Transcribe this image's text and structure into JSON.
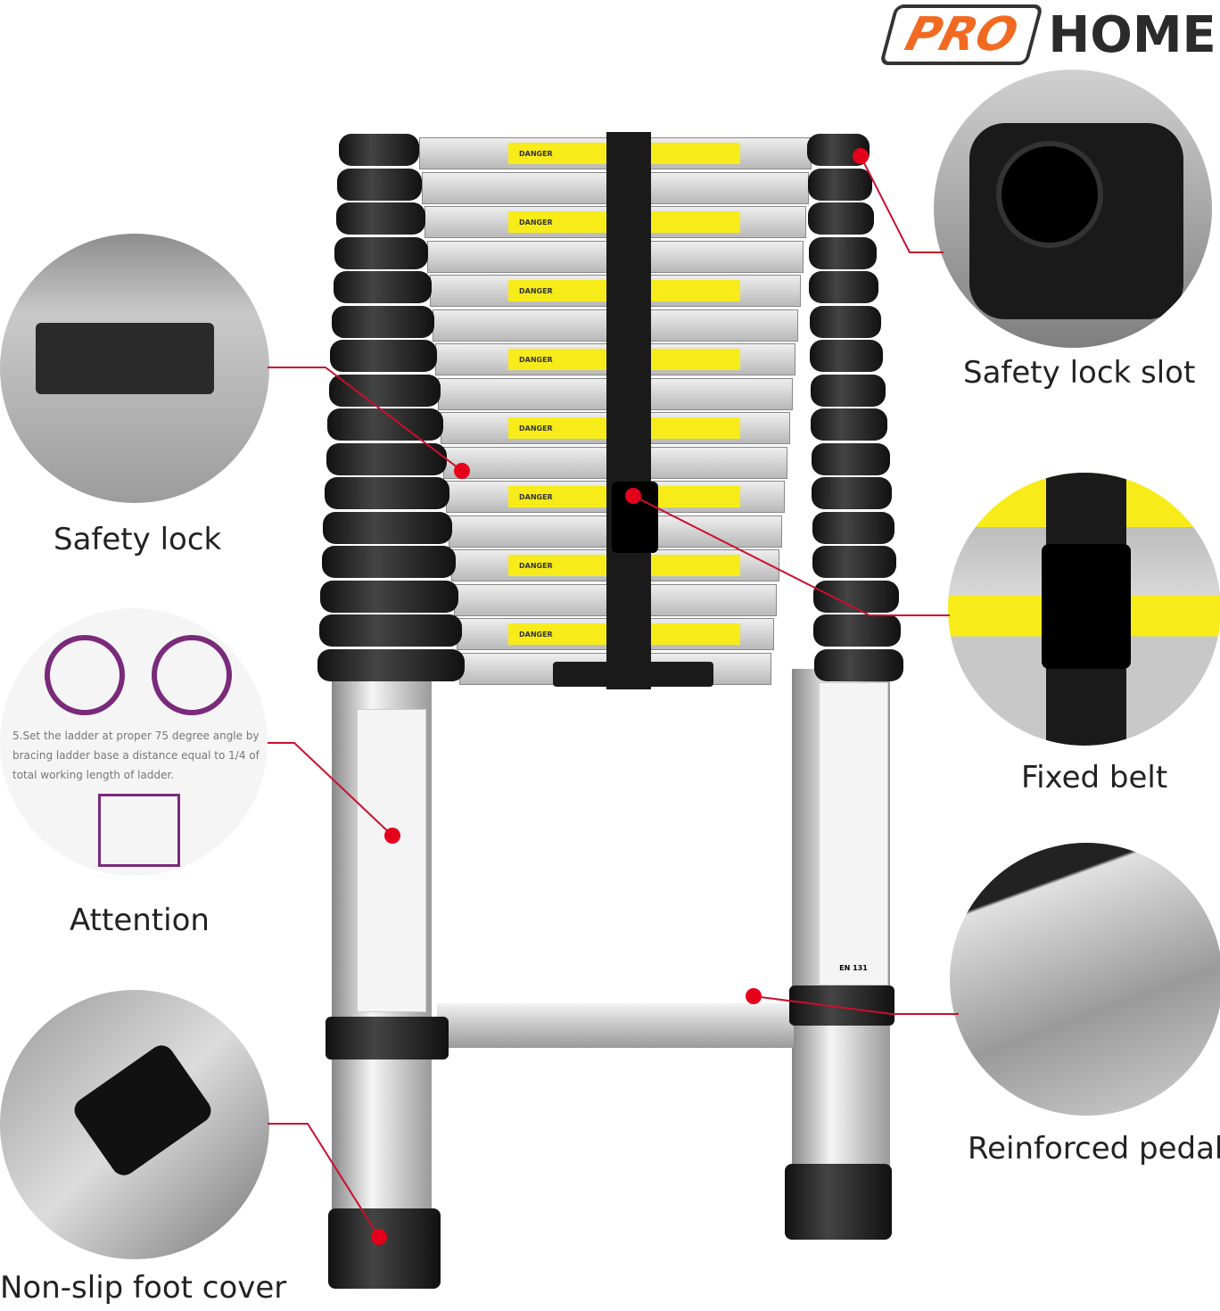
{
  "brand": {
    "pro": "PRO",
    "home": "HOME"
  },
  "features": {
    "safety_lock_slot": "Safety lock slot",
    "safety_lock": "Safety lock",
    "fixed_belt": "Fixed belt",
    "attention": "Attention",
    "reinforced_pedal": "Reinforced pedal",
    "non_slip_foot_cover": "Non-slip foot cover"
  },
  "ladder": {
    "sticker_text": "DANGER",
    "standard": "EN 131",
    "rung_count": 16
  },
  "attention_text": "5.Set the ladder at proper 75 degree angle by bracing ladder base a distance equal to 1/4 of total working length of ladder.",
  "colors": {
    "accent": "#e4001b",
    "brand": "#f26a22",
    "sticker": "#f7ec1a"
  }
}
